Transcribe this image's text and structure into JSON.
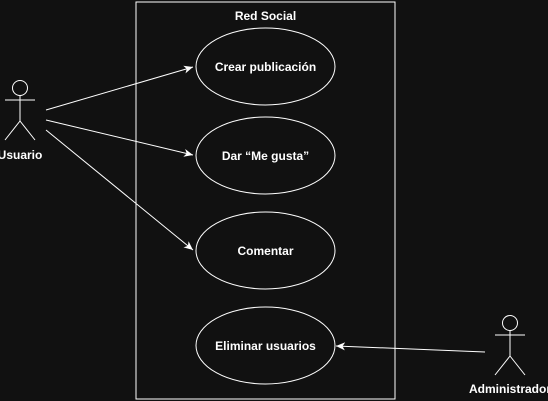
{
  "diagram": {
    "system_label": "Red Social",
    "actors": {
      "user": "Usuario",
      "admin": "Administrador"
    },
    "use_cases": {
      "create_post": "Crear publicación",
      "like": "Dar “Me gusta”",
      "comment": "Comentar",
      "delete_users": "Eliminar usuarios"
    },
    "colors": {
      "background": "#111111",
      "stroke": "#ffffff",
      "text": "#ffffff"
    }
  }
}
